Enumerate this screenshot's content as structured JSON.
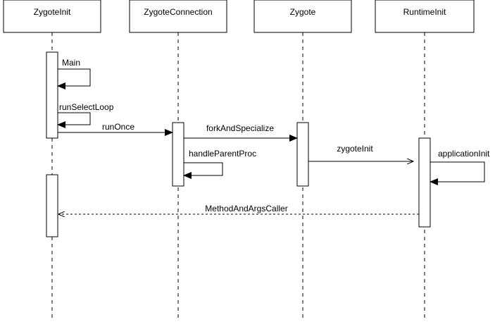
{
  "participants": [
    {
      "id": "zygote_init",
      "label": "ZygoteInit"
    },
    {
      "id": "zygote_connection",
      "label": "ZygoteConnection"
    },
    {
      "id": "zygote",
      "label": "Zygote"
    },
    {
      "id": "runtime_init",
      "label": "RuntimeInit"
    }
  ],
  "messages": [
    {
      "id": "main",
      "label": "Main",
      "from": "zygote_init",
      "to": "zygote_init",
      "style": "solid",
      "arrow": "filled"
    },
    {
      "id": "run_select_loop",
      "label": "runSelectLoop",
      "from": "zygote_init",
      "to": "zygote_init",
      "style": "solid",
      "arrow": "filled"
    },
    {
      "id": "run_once",
      "label": "runOnce",
      "from": "zygote_init",
      "to": "zygote_connection",
      "style": "solid",
      "arrow": "filled"
    },
    {
      "id": "fork_and_specialize",
      "label": "forkAndSpecialize",
      "from": "zygote_connection",
      "to": "zygote",
      "style": "solid",
      "arrow": "filled"
    },
    {
      "id": "handle_parent_proc",
      "label": "handleParentProc",
      "from": "zygote_connection",
      "to": "zygote_connection",
      "style": "solid",
      "arrow": "filled"
    },
    {
      "id": "zygote_init_call",
      "label": "zygoteInit",
      "from": "zygote",
      "to": "runtime_init",
      "style": "solid",
      "arrow": "open"
    },
    {
      "id": "application_init",
      "label": "applicationInit",
      "from": "runtime_init",
      "to": "runtime_init",
      "style": "solid",
      "arrow": "filled"
    },
    {
      "id": "method_and_args_caller",
      "label": "MethodAndArgsCaller",
      "from": "runtime_init",
      "to": "zygote_init",
      "style": "dashed",
      "arrow": "open"
    }
  ]
}
